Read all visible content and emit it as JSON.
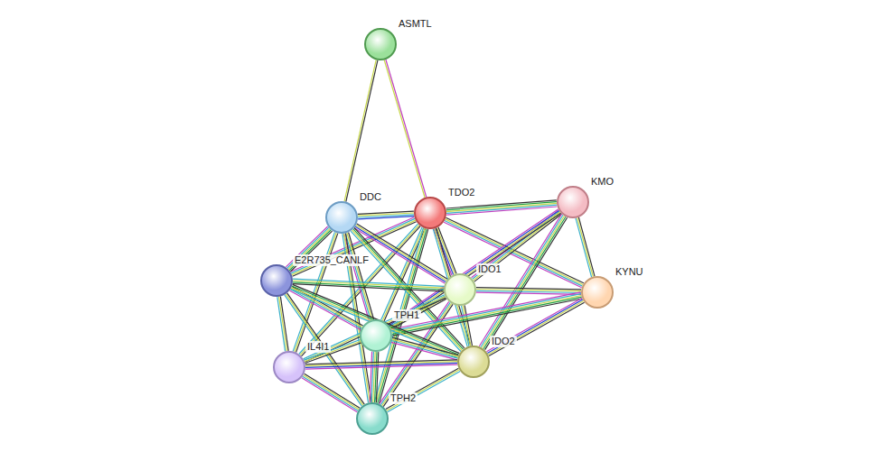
{
  "diagram": {
    "nodes": [
      {
        "text": [
          "ASMTL"
        ]
      },
      {
        "text": [
          "DDC"
        ]
      },
      {
        "text": [
          "TDO2"
        ]
      },
      {
        "text": [
          "KMO"
        ]
      },
      {
        "text": [
          "E2R735_CANLF"
        ]
      },
      {
        "text": [
          "IDO1"
        ]
      },
      {
        "text": [
          "KYNU"
        ]
      },
      {
        "text": [
          "TPH1"
        ]
      },
      {
        "text": [
          "IL4I1"
        ]
      },
      {
        "text": [
          "IDO2"
        ]
      },
      {
        "text": [
          "TPH2"
        ]
      }
    ],
    "edges": [
      {
        "from": 0,
        "to": 1,
        "arrow": "none"
      },
      {
        "from": 0,
        "to": 2,
        "arrow": "none"
      },
      {
        "from": 1,
        "to": 2,
        "arrow": "none"
      },
      {
        "from": 2,
        "to": 3,
        "arrow": "none"
      },
      {
        "from": 2,
        "to": 5,
        "arrow": "none"
      },
      {
        "from": 2,
        "to": 6,
        "arrow": "none"
      },
      {
        "from": 2,
        "to": 7,
        "arrow": "none"
      },
      {
        "from": 2,
        "to": 9,
        "arrow": "none"
      },
      {
        "from": 2,
        "to": 10,
        "arrow": "none"
      },
      {
        "from": 2,
        "to": 8,
        "arrow": "none"
      },
      {
        "from": 2,
        "to": 4,
        "arrow": "none"
      },
      {
        "from": 1,
        "to": 4,
        "arrow": "none"
      },
      {
        "from": 1,
        "to": 5,
        "arrow": "none"
      },
      {
        "from": 1,
        "to": 7,
        "arrow": "none"
      },
      {
        "from": 1,
        "to": 8,
        "arrow": "none"
      },
      {
        "from": 1,
        "to": 10,
        "arrow": "none"
      },
      {
        "from": 1,
        "to": 9,
        "arrow": "none"
      },
      {
        "from": 3,
        "to": 6,
        "arrow": "none"
      },
      {
        "from": 3,
        "to": 5,
        "arrow": "none"
      },
      {
        "from": 3,
        "to": 9,
        "arrow": "none"
      },
      {
        "from": 3,
        "to": 7,
        "arrow": "none"
      },
      {
        "from": 5,
        "to": 6,
        "arrow": "none"
      },
      {
        "from": 5,
        "to": 7,
        "arrow": "none"
      },
      {
        "from": 5,
        "to": 9,
        "arrow": "none"
      },
      {
        "from": 5,
        "to": 4,
        "arrow": "none"
      },
      {
        "from": 5,
        "to": 8,
        "arrow": "none"
      },
      {
        "from": 5,
        "to": 10,
        "arrow": "none"
      },
      {
        "from": 6,
        "to": 7,
        "arrow": "none"
      },
      {
        "from": 6,
        "to": 9,
        "arrow": "none"
      },
      {
        "from": 4,
        "to": 7,
        "arrow": "none"
      },
      {
        "from": 4,
        "to": 8,
        "arrow": "none"
      },
      {
        "from": 4,
        "to": 10,
        "arrow": "none"
      },
      {
        "from": 4,
        "to": 9,
        "arrow": "none"
      },
      {
        "from": 7,
        "to": 8,
        "arrow": "none"
      },
      {
        "from": 7,
        "to": 9,
        "arrow": "none"
      },
      {
        "from": 7,
        "to": 10,
        "arrow": "none"
      },
      {
        "from": 8,
        "to": 9,
        "arrow": "none"
      },
      {
        "from": 8,
        "to": 10,
        "arrow": "none"
      },
      {
        "from": 10,
        "to": 9,
        "arrow": "none"
      }
    ]
  }
}
